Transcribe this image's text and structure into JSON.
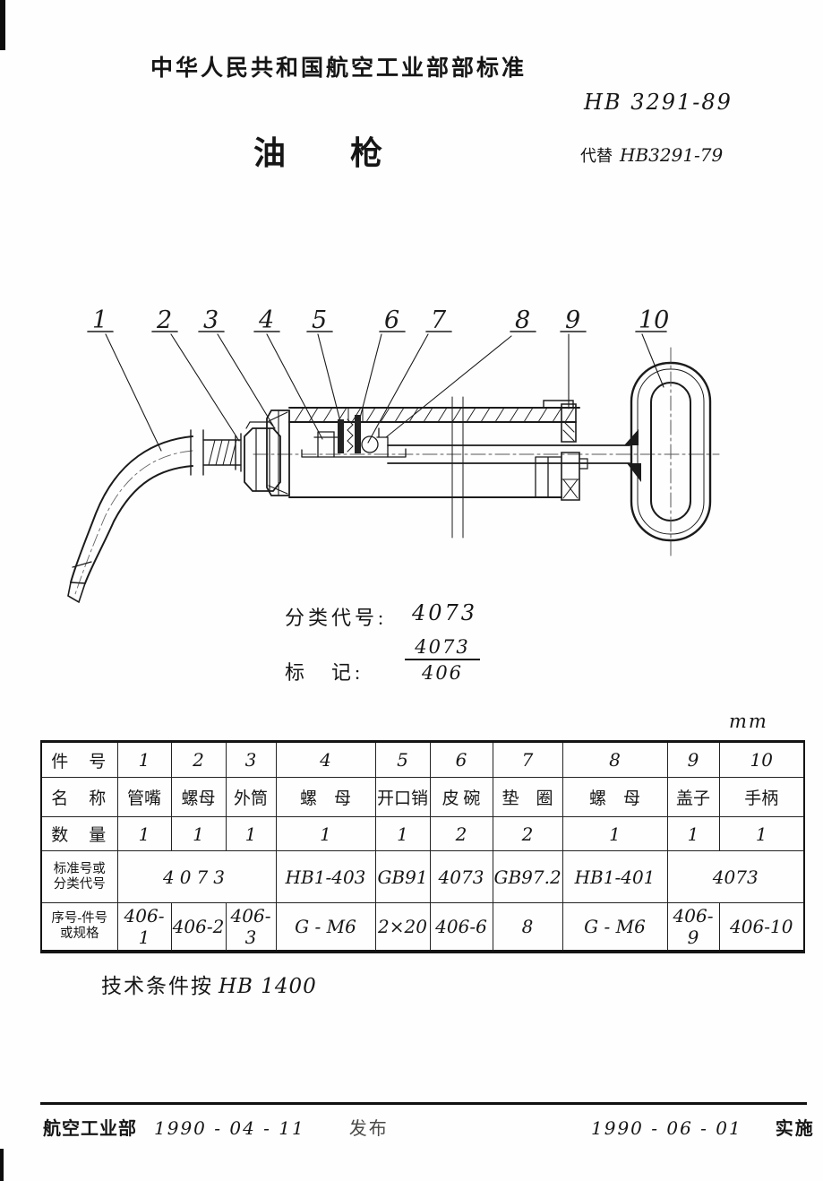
{
  "header": {
    "org": "中华人民共和国航空工业部部标准",
    "standard_no": "HB 3291-89",
    "title": "油　　枪",
    "replaces_label": "代替",
    "replaces_value": "HB3291-79"
  },
  "figure": {
    "callouts": [
      "1",
      "2",
      "3",
      "4",
      "5",
      "6",
      "7",
      "8",
      "9",
      "10"
    ]
  },
  "classification": {
    "label": "分类代号:",
    "value": "4073"
  },
  "marking": {
    "label": "标　记:",
    "numerator": "4073",
    "denominator": "406"
  },
  "unit": "mm",
  "table": {
    "headers": {
      "row1": "件　号",
      "row2": "名　称",
      "row3": "数　量",
      "row4_line1": "标准号或",
      "row4_line2": "分类代号",
      "row5_line1": "序号-件号",
      "row5_line2": "或规格"
    },
    "part_numbers": [
      "1",
      "2",
      "3",
      "4",
      "5",
      "6",
      "7",
      "8",
      "9",
      "10"
    ],
    "names": [
      "管嘴",
      "螺母",
      "外筒",
      "螺　母",
      "开口销",
      "皮 碗",
      "垫　圈",
      "螺　母",
      "盖子",
      "手柄"
    ],
    "quantities": [
      "1",
      "1",
      "1",
      "1",
      "1",
      "2",
      "2",
      "1",
      "1",
      "1"
    ],
    "standards": [
      "4073",
      "HB1-403",
      "GB91",
      "4073",
      "GB97.2",
      "HB1-401",
      "4073"
    ],
    "part_codes": [
      "406-1",
      "406-2",
      "406-3",
      "G - M6",
      "2×20",
      "406-6",
      "8",
      "G - M6",
      "406-9",
      "406-10"
    ]
  },
  "tech_note": {
    "label": "技术条件按",
    "value": "HB 1400"
  },
  "footer": {
    "org": "航空工业部",
    "issue_date": "1990 - 04 - 11",
    "issue_label": "发布",
    "impl_date": "1990 - 06 - 01",
    "impl_label": "实施"
  }
}
